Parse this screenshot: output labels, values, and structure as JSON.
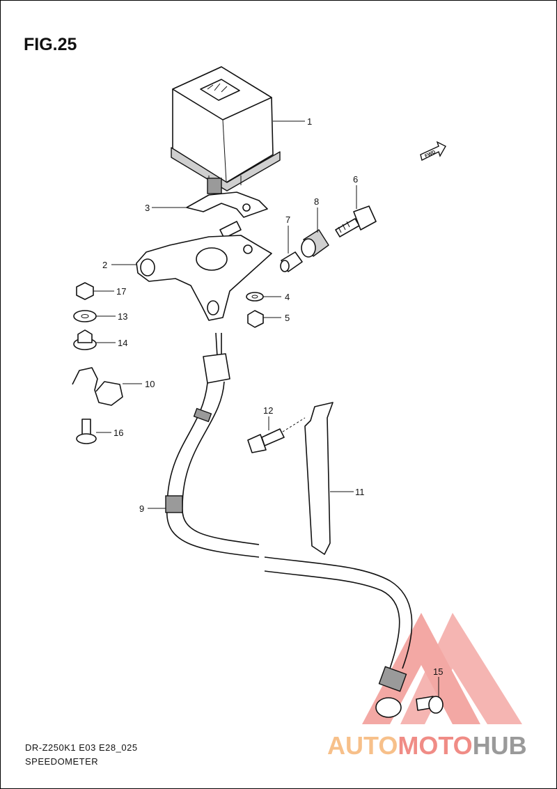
{
  "figure": {
    "title": "FIG.25",
    "fwd_label": "FWD"
  },
  "callouts": [
    {
      "id": "1",
      "label": "1"
    },
    {
      "id": "2",
      "label": "2"
    },
    {
      "id": "3",
      "label": "3"
    },
    {
      "id": "4",
      "label": "4"
    },
    {
      "id": "5",
      "label": "5"
    },
    {
      "id": "6",
      "label": "6"
    },
    {
      "id": "7",
      "label": "7"
    },
    {
      "id": "8",
      "label": "8"
    },
    {
      "id": "9",
      "label": "9"
    },
    {
      "id": "10",
      "label": "10"
    },
    {
      "id": "11",
      "label": "11"
    },
    {
      "id": "12",
      "label": "12"
    },
    {
      "id": "13",
      "label": "13"
    },
    {
      "id": "14",
      "label": "14"
    },
    {
      "id": "15",
      "label": "15"
    },
    {
      "id": "16",
      "label": "16"
    },
    {
      "id": "17",
      "label": "17"
    }
  ],
  "footer": {
    "code": "DR-Z250K1 E03 E28_025",
    "section": "SPEEDOMETER"
  },
  "watermark": {
    "part1": "AUTO",
    "part2": "MOTO",
    "part3": "HUB",
    "color_light": "#f7c08a",
    "color_red": "#f08c86",
    "color_gray": "#9a9a9a"
  }
}
